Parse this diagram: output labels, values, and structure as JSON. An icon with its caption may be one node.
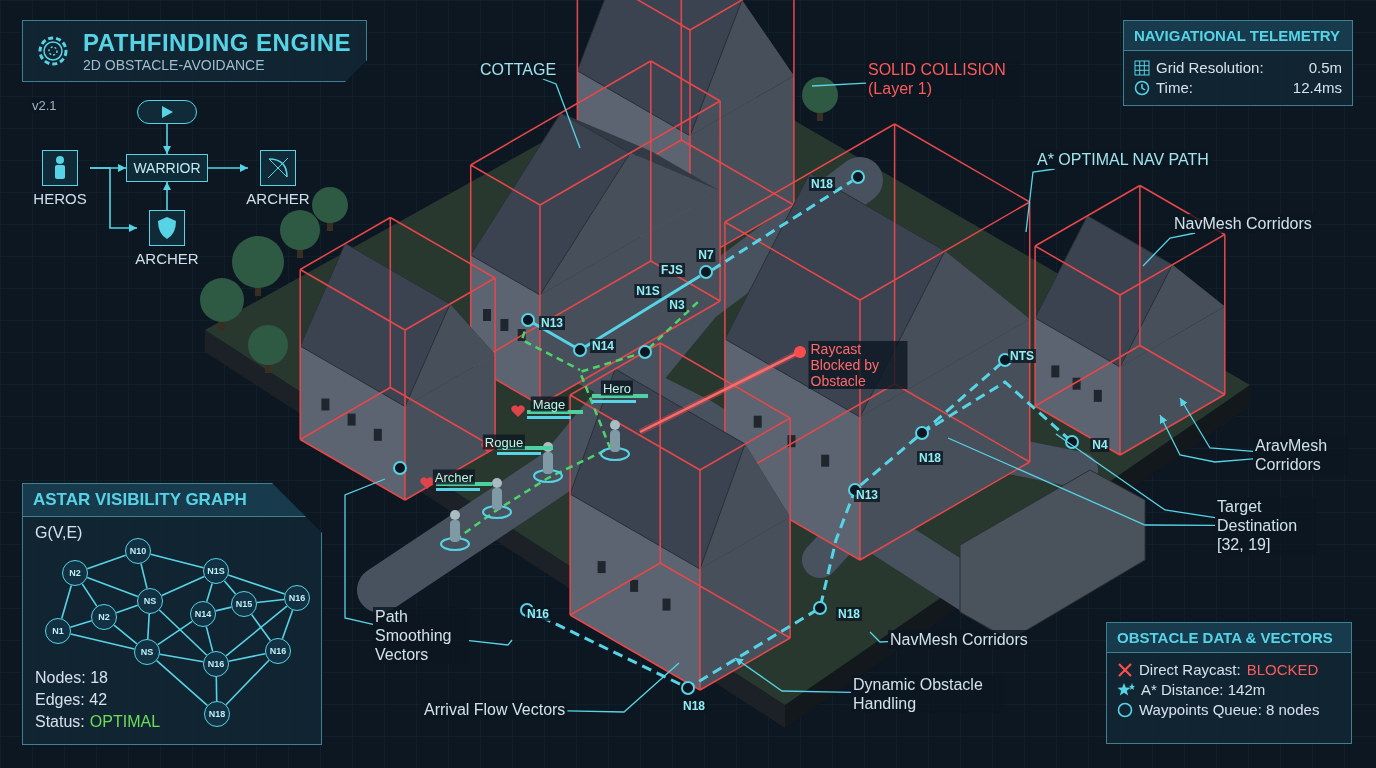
{
  "diagram": {
    "nodes": [
      {
        "text": [
          "PATHFINDING ENGINE",
          "2D OBSTACLE-AVOIDANCE"
        ]
      },
      {
        "text": [],
        "shape": "box"
      },
      {
        "text": [
          "HEROS"
        ]
      },
      {
        "text": [
          "WARRIOR"
        ]
      },
      {
        "text": [
          "ARCHER"
        ]
      },
      {
        "text": [
          "ARCHER"
        ]
      },
      {
        "text": [
          "NAVIGATIONAL TELEMETRY",
          "Grid Resolution:",
          "0.5m",
          "Time:",
          "12.4ms"
        ]
      },
      {
        "text": [
          "ASTAR VISIBILITY GRAPH",
          "G(V,E)",
          "Nodes: 18",
          "Edges: 42",
          "Status:",
          "OPTIMAL"
        ]
      },
      {
        "text": [
          "N10"
        ],
        "in": 7
      },
      {
        "text": [
          "N1S"
        ],
        "in": 7
      },
      {
        "text": [
          "N2"
        ],
        "in": 7
      },
      {
        "text": [
          "N16"
        ],
        "in": 7
      },
      {
        "text": [
          "NS"
        ],
        "in": 7
      },
      {
        "text": [
          "N15"
        ],
        "in": 7
      },
      {
        "text": [
          "N14"
        ],
        "in": 7
      },
      {
        "text": [
          "N2"
        ],
        "in": 7
      },
      {
        "text": [
          "N1"
        ],
        "in": 7
      },
      {
        "text": [
          "N16"
        ],
        "in": 7
      },
      {
        "text": [
          "NS"
        ],
        "in": 7
      },
      {
        "text": [
          "N16"
        ],
        "in": 7
      },
      {
        "text": [
          "N18"
        ],
        "in": 7
      },
      {
        "text": [
          "OBSTACLE DATA & VECTORS",
          "Direct Raycast:",
          "BLOCKED",
          "A* Distance: 142m",
          "Waypoints Queue: 8 nodes"
        ]
      },
      {
        "text": [
          "COTTAGE"
        ]
      },
      {
        "text": [
          "SOLID COLLISION (Layer 1)"
        ]
      },
      {
        "text": [
          "A* OPTIMAL NAV PATH"
        ]
      },
      {
        "text": [
          "NavMesh Corridors"
        ]
      },
      {
        "text": [
          "AravMesh Corridors"
        ]
      },
      {
        "text": [
          "Target Destination [32, 19]"
        ]
      },
      {
        "text": [
          "Path Smoothing Vectors"
        ]
      },
      {
        "text": [
          "NavMesh Corridors"
        ]
      },
      {
        "text": [
          "Dynamic Obstacle Handling"
        ]
      },
      {
        "text": [
          "Arrival Flow Vectors"
        ]
      }
    ],
    "edges": [
      {
        "from": 1,
        "to": 3,
        "arrow": "to"
      },
      {
        "from": 2,
        "to": 3,
        "arrow": "to"
      },
      {
        "from": 2,
        "to": 4,
        "arrow": "to"
      },
      {
        "from": 4,
        "to": 3,
        "arrow": "to"
      },
      {
        "from": 3,
        "to": 5,
        "arrow": "to"
      },
      {
        "from": 10,
        "to": 8,
        "arrow": "none"
      },
      {
        "from": 8,
        "to": 9,
        "arrow": "none"
      },
      {
        "from": 8,
        "to": 12,
        "arrow": "none"
      },
      {
        "from": 10,
        "to": 12,
        "arrow": "none"
      },
      {
        "from": 10,
        "to": 15,
        "arrow": "none"
      },
      {
        "from": 10,
        "to": 16,
        "arrow": "none"
      },
      {
        "from": 16,
        "to": 15,
        "arrow": "none"
      },
      {
        "from": 16,
        "to": 18,
        "arrow": "none"
      },
      {
        "from": 15,
        "to": 12,
        "arrow": "none"
      },
      {
        "from": 15,
        "to": 18,
        "arrow": "none"
      },
      {
        "from": 12,
        "to": 9,
        "arrow": "none"
      },
      {
        "from": 12,
        "to": 18,
        "arrow": "none"
      },
      {
        "from": 12,
        "to": 19,
        "arrow": "none"
      },
      {
        "from": 9,
        "to": 14,
        "arrow": "none"
      },
      {
        "from": 9,
        "to": 13,
        "arrow": "none"
      },
      {
        "from": 9,
        "to": 11,
        "arrow": "none"
      },
      {
        "from": 14,
        "to": 13,
        "arrow": "none"
      },
      {
        "from": 13,
        "to": 11,
        "arrow": "none"
      },
      {
        "from": 14,
        "to": 18,
        "arrow": "none"
      },
      {
        "from": 14,
        "to": 19,
        "arrow": "none"
      },
      {
        "from": 13,
        "to": 17,
        "arrow": "none"
      },
      {
        "from": 11,
        "to": 19,
        "arrow": "none"
      },
      {
        "from": 11,
        "to": 17,
        "arrow": "none"
      },
      {
        "from": 18,
        "to": 19,
        "arrow": "none"
      },
      {
        "from": 18,
        "to": 20,
        "arrow": "none"
      },
      {
        "from": 19,
        "to": 17,
        "arrow": "none"
      },
      {
        "from": 19,
        "to": 20,
        "arrow": "none"
      },
      {
        "from": 17,
        "to": 20,
        "arrow": "none"
      },
      {
        "from": 22,
        "to": null,
        "arrow": "none"
      },
      {
        "from": 23,
        "to": null,
        "arrow": "none"
      },
      {
        "from": 24,
        "to": null,
        "arrow": "none"
      },
      {
        "from": 25,
        "to": null,
        "arrow": "none"
      },
      {
        "from": 26,
        "to": null,
        "arrow": "to"
      },
      {
        "from": 26,
        "to": null,
        "arrow": "to"
      },
      {
        "from": 27,
        "to": null,
        "arrow": "none"
      },
      {
        "from": 27,
        "to": null,
        "arrow": "none"
      },
      {
        "from": 28,
        "to": null,
        "arrow": "none"
      },
      {
        "from": 28,
        "to": null,
        "arrow": "none"
      },
      {
        "from": 29,
        "to": null,
        "arrow": "none"
      },
      {
        "from": 30,
        "to": null,
        "arrow": "to"
      },
      {
        "from": 31,
        "to": null,
        "arrow": "none"
      }
    ],
    "labels": [
      "v2.1",
      "N18",
      "N7",
      "FJS",
      "N1S",
      "N3",
      "N13",
      "N14",
      "NTS",
      "Raycast Blocked by Obstacle",
      "Hero",
      "Mage",
      "Rogue",
      "N4",
      "N18",
      "Archer",
      "N13",
      "N16",
      "N18",
      "N18"
    ]
  }
}
